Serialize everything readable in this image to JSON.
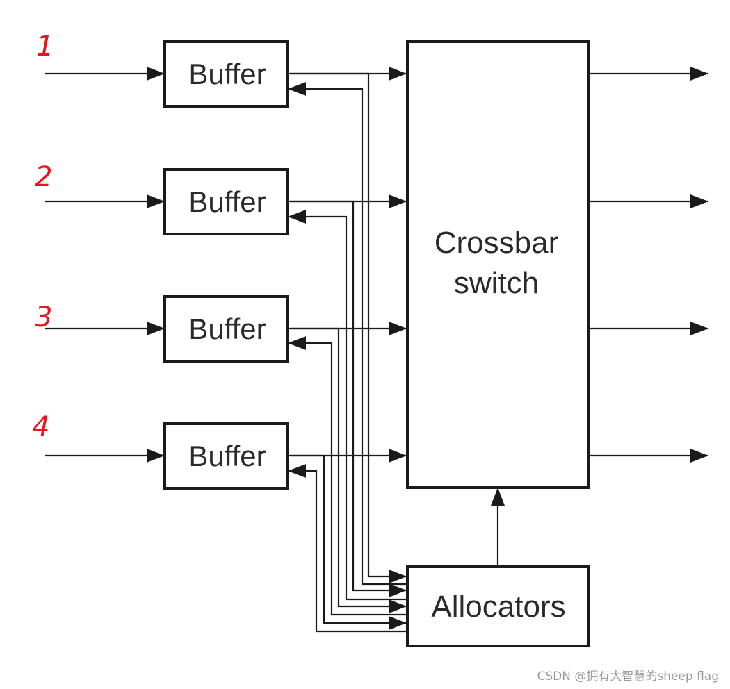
{
  "inputs": [
    {
      "number": "1",
      "buffer_label": "Buffer"
    },
    {
      "number": "2",
      "buffer_label": "Buffer"
    },
    {
      "number": "3",
      "buffer_label": "Buffer"
    },
    {
      "number": "4",
      "buffer_label": "Buffer"
    }
  ],
  "crossbar": {
    "line1": "Crossbar",
    "line2": "switch"
  },
  "allocators": {
    "label": "Allocators"
  },
  "watermark": "CSDN @拥有大智慧的sheep flag",
  "colors": {
    "ink": "#1a1a1a",
    "annotation": "#e8141b"
  }
}
